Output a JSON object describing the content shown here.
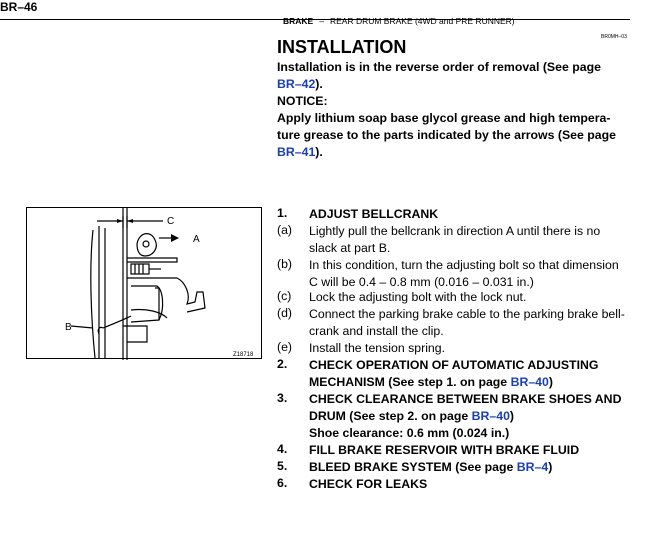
{
  "page": {
    "id": "BR–46",
    "section": "BRAKE",
    "separator": "–",
    "subsection": "REAR DRUM BRAKE (4WD and PRE RUNNER)",
    "code": "BR0MH–03"
  },
  "installation": {
    "title": "INSTALLATION",
    "intro_text": "Installation is in the reverse order of removal (See page",
    "intro_link": "BR–42",
    "intro_end": ").",
    "notice_label": "NOTICE:",
    "notice_text_1": "Apply lithium soap base glycol grease and high tempera-",
    "notice_text_2": "ture grease to the parts indicated by the arrows (See page",
    "notice_link": "BR–41",
    "notice_end": ")."
  },
  "figure": {
    "label_a": "A",
    "label_b": "B",
    "label_c": "C",
    "fig_id": "Z18718"
  },
  "steps": {
    "s1_num": "1.",
    "s1_title": "ADJUST BELLCRANK",
    "s1a_num": "(a)",
    "s1a_l1": "Lightly pull the bellcrank in direction A until there is no",
    "s1a_l2": "slack at part B.",
    "s1b_num": "(b)",
    "s1b_l1": "In this condition, turn the adjusting bolt so that dimension",
    "s1b_l2": "C will be 0.4 – 0.8 mm (0.016 – 0.031 in.)",
    "s1c_num": "(c)",
    "s1c_l1": "Lock the adjusting bolt with the lock nut.",
    "s1d_num": "(d)",
    "s1d_l1": "Connect the parking brake cable to the parking brake bell-",
    "s1d_l2": "crank and install the clip.",
    "s1e_num": "(e)",
    "s1e_l1": "Install the tension spring.",
    "s2_num": "2.",
    "s2_l1": "CHECK OPERATION OF AUTOMATIC  ADJUSTING",
    "s2_l2": "MECHANISM (See step 1. on page ",
    "s2_link": "BR–40",
    "s2_end": ")",
    "s3_num": "3.",
    "s3_l1": "CHECK CLEARANCE BETWEEN BRAKE SHOES AND",
    "s3_l2": "DRUM (See step 2. on page ",
    "s3_link": "BR–40",
    "s3_end": ")",
    "s3_l3": "Shoe clearance: 0.6 mm (0.024 in.)",
    "s4_num": "4.",
    "s4_l1": "FILL BRAKE RESERVOIR WITH BRAKE FLUID",
    "s5_num": "5.",
    "s5_l1": "BLEED BRAKE SYSTEM (See page ",
    "s5_link": "BR–4",
    "s5_end": ")",
    "s6_num": "6.",
    "s6_l1": "CHECK FOR LEAKS"
  }
}
